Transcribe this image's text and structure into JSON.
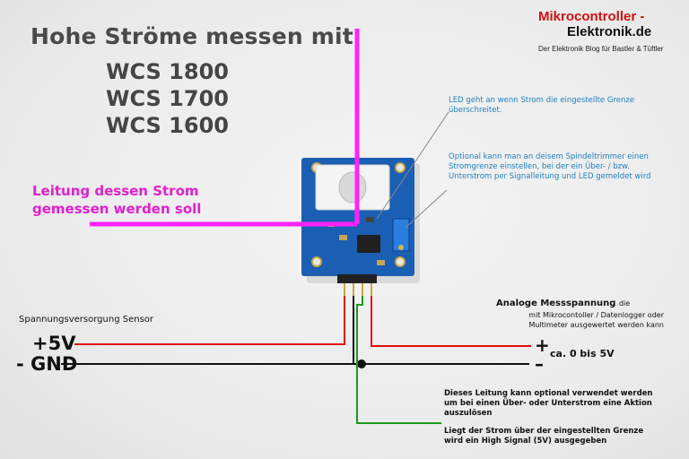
{
  "title": {
    "heading": "Hohe Ströme messen mit",
    "models": [
      "WCS 1800",
      "WCS 1700",
      "WCS 1600"
    ]
  },
  "logo": {
    "line1": "Mikrocontroller -",
    "line2": "Elektronik.de",
    "tagline": "Der Elektronik Blog für Bastler & Tüftler"
  },
  "annotations": {
    "led": "LED geht an wenn Strom die eingestellte Grenze überschreitet.",
    "trimmer": "Optional kann man an deisem Spindeltrimmer einen Stromgrenze einstellen, bei der ein Über- / bzw. Unterstrom per Signalleitung und LED gemeldet wird",
    "conductor_line1": "Leitung dessen Strom",
    "conductor_line2": "gemessen werden soll",
    "supply_title": "Spannungsversorgung Sensor",
    "vcc_label": "+5V",
    "gnd_label": "- GND",
    "analog_title": "Analoge Messspannung",
    "analog_title_suffix": "die",
    "analog_sub": "mit Mikrocontoller / Datenlogger oder Multimeter ausgewertet werden kann",
    "plus_sign": "+",
    "minus_sign": "–",
    "range": "ca. 0 bis 5V",
    "signal_desc": "Dieses Leitung kann optional verwendet werden um bei einen Über- oder Unterstrom eine Aktion auszulösen",
    "signal_high": "Liegt der Strom über der eingestellten Grenze wird ein High Signal (5V) ausgegeben"
  },
  "colors": {
    "conductor": "#ff22ff",
    "vcc_wire": "#e01010",
    "gnd_wire": "#111111",
    "signal_wire": "#1a9a1a",
    "pcb": "#1b5fb4",
    "annotation_text": "#1e7fc6"
  }
}
